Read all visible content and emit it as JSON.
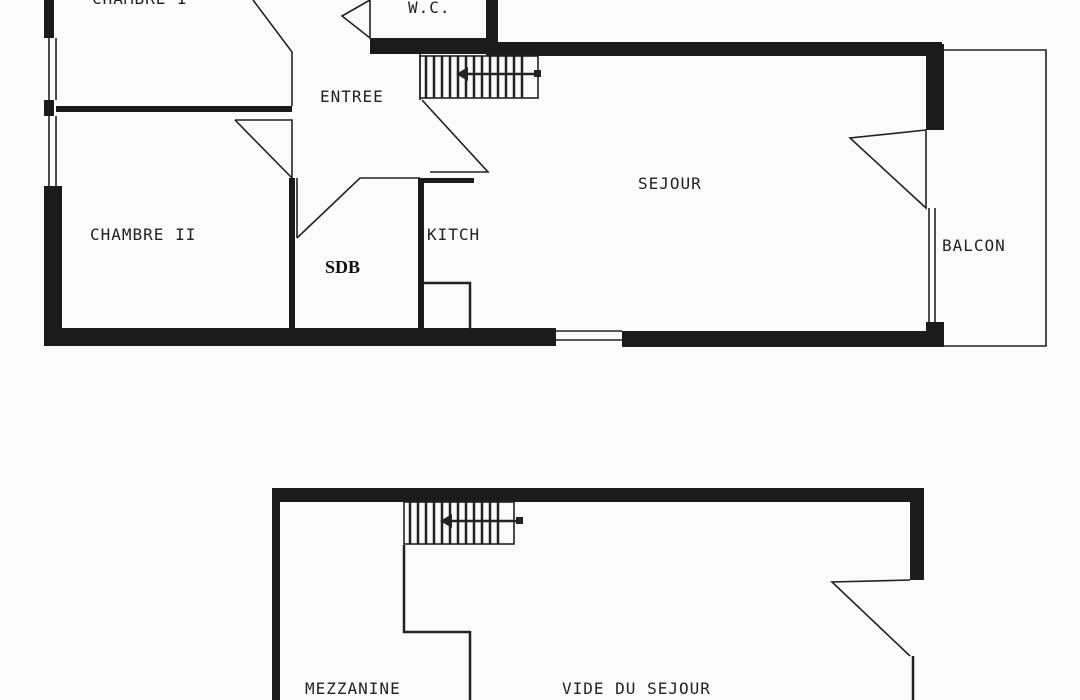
{
  "floor_plan": {
    "rooms": {
      "chambre_i": "CHAMBRE I",
      "wc": "W.C.",
      "entree": "ENTREE",
      "sejour": "SEJOUR",
      "chambre_ii": "CHAMBRE II",
      "kitch": "KITCH",
      "sdb": "SDB",
      "balcon": "BALCON"
    },
    "upper_rooms": {
      "mezzanine": "MEZZANINE",
      "vide_du_sejour": "VIDE DU SEJOUR"
    }
  }
}
